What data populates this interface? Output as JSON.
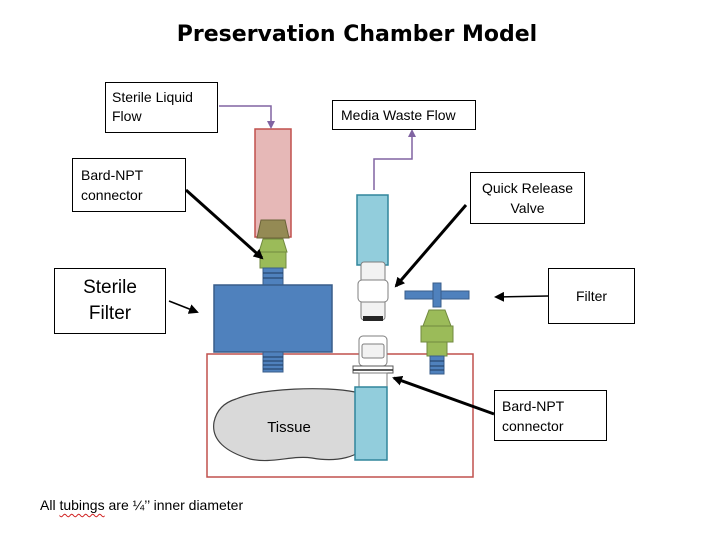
{
  "title": "Preservation Chamber Model",
  "labels": {
    "sterile_liquid_flow": "Sterile Liquid Flow",
    "media_waste_flow": "Media Waste Flow",
    "bard_npt_top": "Bard-NPT connector",
    "quick_release_valve": "Quick Release Valve",
    "sterile_filter": "Sterile Filter",
    "filter": "Filter",
    "bard_npt_bottom": "Bard-NPT connector",
    "tissue": "Tissue"
  },
  "footnote": {
    "prefix": "All ",
    "underlined": "tubings",
    "suffix": " are ¼’’ inner diameter"
  },
  "colors": {
    "chamber_outline": "#c0504d",
    "inlet_tube": "#e6b8b7",
    "outlet_tube": "#92cddc",
    "sterile_filter": "#4f81bd",
    "connector_green": "#9bbb59",
    "connector_brown": "#948a54",
    "flow_arrow": "#8064a2",
    "tissue": "#d9d9d9"
  }
}
